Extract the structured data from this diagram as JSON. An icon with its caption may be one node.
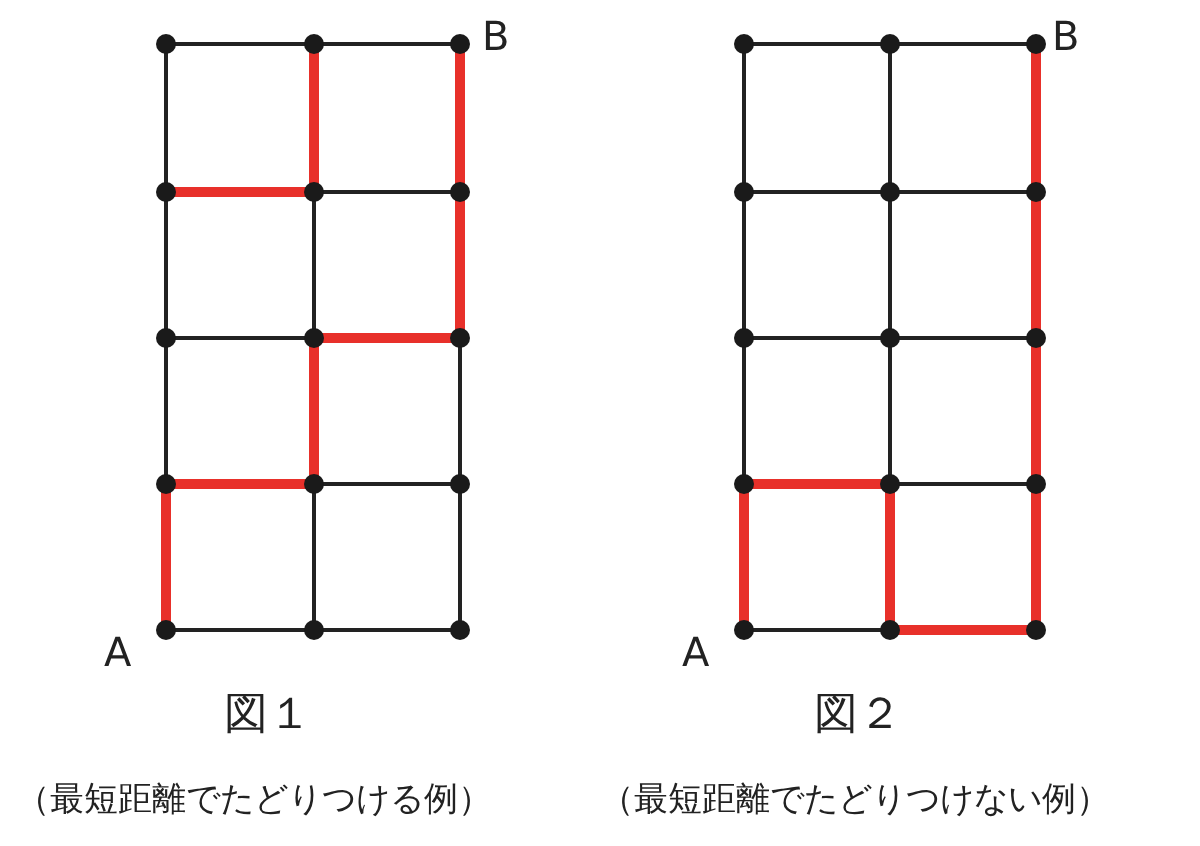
{
  "diagram": {
    "labels": [
      "B",
      "B",
      "A",
      "A",
      "図１",
      "図２",
      "（最短距離でたどりつける例）",
      "（最短距離でたどりつけない例）"
    ]
  }
}
